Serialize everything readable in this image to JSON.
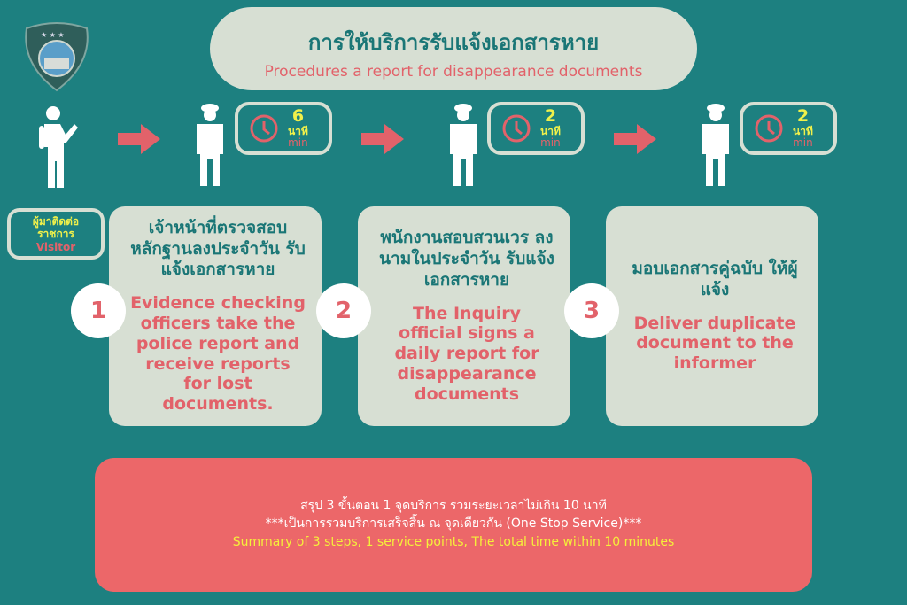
{
  "title": {
    "thai": "การให้บริการรับแจ้งเอกสารหาย",
    "english": "Procedures a report for disappearance documents"
  },
  "visitor": {
    "thai1": "ผู้มาติดต่อ",
    "thai2": "ราชการ",
    "english": "Visitor"
  },
  "timers": [
    {
      "value": "6",
      "unit_th": "นาที",
      "unit_en": "min"
    },
    {
      "value": "2",
      "unit_th": "นาที",
      "unit_en": "min"
    },
    {
      "value": "2",
      "unit_th": "นาที",
      "unit_en": "min"
    }
  ],
  "steps": [
    {
      "number": "1",
      "thai": "เจ้าหน้าที่ตรวจสอบ หลักฐานลงประจำวัน รับแจ้งเอกสารหาย",
      "english": "Evidence checking officers take the police report and receive reports for lost documents."
    },
    {
      "number": "2",
      "thai": "พนักงานสอบสวนเวร ลงนามในประจำวัน รับแจ้งเอกสารหาย",
      "english": "The Inquiry official signs a daily report for disappearance documents"
    },
    {
      "number": "3",
      "thai": "มอบเอกสารคู่ฉบับ ให้ผู้แจ้ง",
      "english": "Deliver duplicate document to the informer"
    }
  ],
  "summary": {
    "line1": "สรุป 3 ขั้นตอน 1 จุดบริการ รวมระยะเวลาไม่เกิน 10 นาที",
    "line2": "***เป็นการรวมบริการเสร็จสิ้น ณ จุดเดียวกัน (One Stop Service)***",
    "line3": "Summary of 3 steps, 1 service points, The total time within 10 minutes"
  },
  "colors": {
    "background": "#1d8080",
    "card": "#d7dfd3",
    "accent": "#e2626a",
    "highlight": "#f0f04a"
  }
}
